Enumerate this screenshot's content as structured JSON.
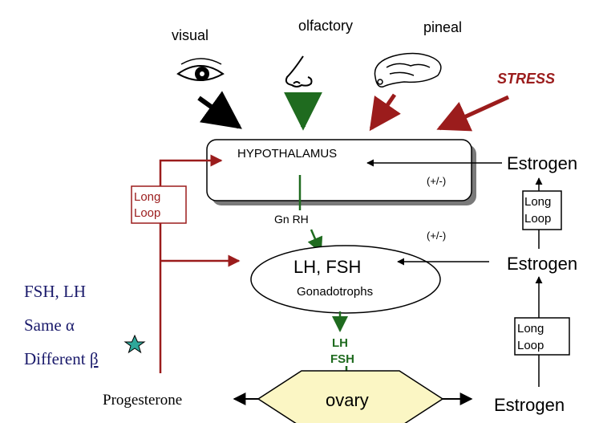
{
  "senses": {
    "visual": "visual",
    "olfactory": "olfactory",
    "pineal": "pineal",
    "stress": "STRESS"
  },
  "hypothalamus": {
    "label": "HYPOTHALAMUS",
    "feedback": "(+/-)"
  },
  "gnrh": "Gn RH",
  "pituitary": {
    "label": "LH, FSH",
    "sublabel": "Gonadotrophs",
    "feedback": "(+/-)"
  },
  "gonadotropins": {
    "lh": "LH",
    "fsh": "FSH"
  },
  "ovary": "ovary",
  "hormones": {
    "progesterone": "Progesterone",
    "estrogen_bottom": "Estrogen",
    "estrogen_mid": "Estrogen",
    "estrogen_top": "Estrogen"
  },
  "loops": {
    "left_long_line1": "Long",
    "left_long_line2": "Loop",
    "right_upper_line1": "Long",
    "right_upper_line2": "Loop",
    "right_lower_line1": "Long",
    "right_lower_line2": "Loop"
  },
  "note": {
    "line1": "FSH, LH",
    "line2": "Same α",
    "line3_prefix": "Different ",
    "line3_beta": "β"
  },
  "colors": {
    "dark_red": "#9b1c1c",
    "green": "#1f6b1f",
    "navy": "#1a1a6b",
    "teal_star": "#2fa89a",
    "ovary_fill": "#fbf6c4"
  }
}
